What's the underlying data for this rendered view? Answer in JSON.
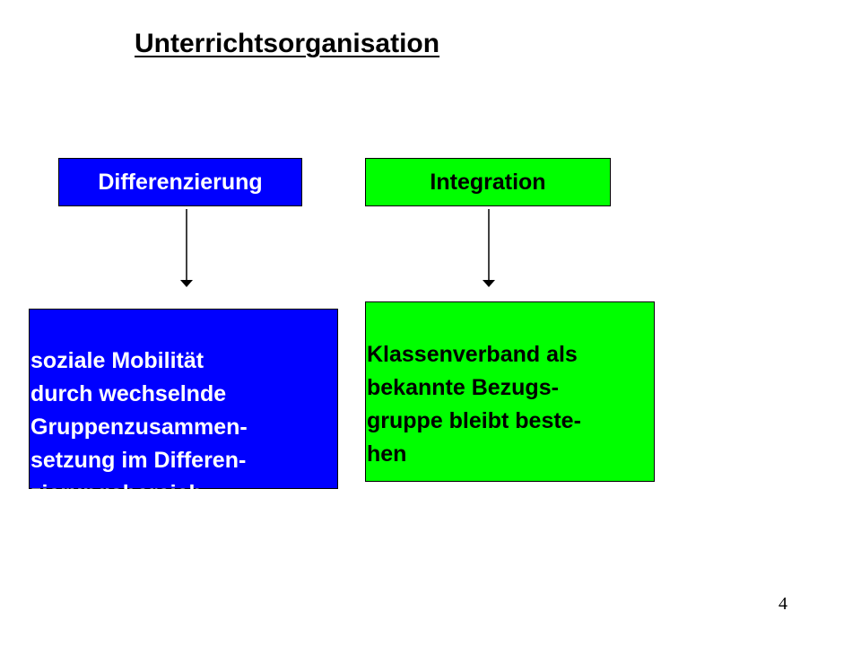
{
  "title": "Unterrichtsorganisation",
  "colors": {
    "differenzierung": "#0000ff",
    "integration": "#00ff00",
    "arrow": "#000000"
  },
  "left": {
    "header": "Differenzierung",
    "body": "soziale Mobilität\ndurch wechselnde\nGruppenzusammen-\nsetzung im Differen-\nzierungsbereich"
  },
  "right": {
    "header": "Integration",
    "body": "Klassenverband als\nbekannte Bezugs-\ngruppe bleibt beste-\nhen"
  },
  "page_number": "4"
}
